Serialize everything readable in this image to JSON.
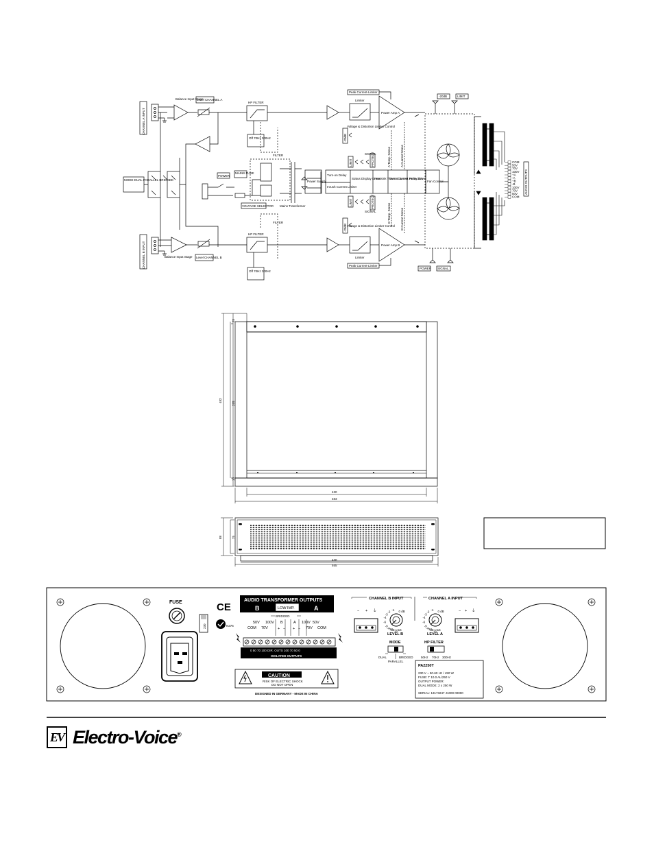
{
  "block_diagram": {
    "channel_a_input": "CHANNEL A INPUT",
    "channel_b_input": "CHANNEL B INPUT",
    "balance_stage_a": "Balance Input Stage",
    "balance_stage_b": "Balance Input Stage",
    "level_a": "Level CHANNEL A",
    "level_b": "Level CHANNEL B",
    "hp_filter": "HP FILTER",
    "hp_freqs": [
      "Off 70Hz 300Hz",
      "Off 70Hz 300Hz"
    ],
    "mode": "MODE DUAL PARALLEL BRIDGED",
    "filter_a": "FILTER",
    "filter_b": "FILTER",
    "mains_fuse": "MAINS FUSE",
    "power": "POWER",
    "voltage_selector": "VOLTAGE SELECTOR",
    "mains_transformer": "Mains Transformer",
    "power_supply": "Power Supply",
    "turn_on_delay": "Turn-on Delay",
    "inrush_limiter": "Inrush Current Limiter",
    "status_display": "Status Display Driver",
    "heatsink": "Heatsink Thermal Sense",
    "over_current": "Over- Current Protection",
    "relay_drive": "Relay Drive",
    "fan_control": "Fan Control",
    "limiter": "Limiter",
    "limiter_b": "Limiter",
    "peak_limiter_a": "Peak Current-Limiter",
    "peak_limiter_b": "Peak Current-Limiter",
    "vd_limiter_a": "Voltage & Distortion Limiter Control",
    "vd_limiter_b": "Voltage & Distortion Limiter Control",
    "power_amp_a": "Power Amp A",
    "power_amp_b": "Power Amp B",
    "temp_sense_a": "A Temp. Sense",
    "temp_sense_b": "B Temp. Sense",
    "current_sense_a": "A Current Sense",
    "current_sense_b": "B Current Sense",
    "outputs_label": "AUDIO OUTPUTS",
    "taps": [
      "COM",
      "50V",
      "70V",
      "100V",
      "+A",
      "-A",
      "+B",
      "-B",
      "100V",
      "70V",
      "50V",
      "COM"
    ],
    "leds_top": [
      "-20dB",
      "LIMIT"
    ],
    "leds_bottom": [
      "POWER",
      "SIGNAL"
    ],
    "leds_mid": [
      "LIMIT",
      "SIGNAL",
      "PROTECT"
    ],
    "leds_mid_b": [
      "LIMIT",
      "SIGNAL",
      "PROTECT"
    ],
    "leds_left": [
      "-20dB",
      "-20dB"
    ]
  },
  "top_view": {
    "dims": [
      "25",
      "482",
      "378",
      "10",
      "430",
      "483"
    ]
  },
  "front_view": {
    "dims": [
      "88",
      "75",
      "430",
      "465"
    ]
  },
  "rear_panel": {
    "fuse": "FUSE",
    "voltage": "230",
    "ce": "CE",
    "n_code": "N376",
    "outputs_title": "AUDIO TRANSFORMER OUTPUTS",
    "out_b": "B",
    "out_a": "A",
    "low_imp": "LOW IMP.",
    "bridged": "BRIDGED",
    "term_top": [
      "50V",
      "100V",
      "B",
      "A",
      "100V",
      "50V"
    ],
    "term_bot": [
      "COM",
      "70V",
      "70V",
      "COM"
    ],
    "term_signs": [
      "+",
      "−",
      "+",
      "−"
    ],
    "isolated_strip": "0 50 70 100 DIR. OUTS 100 70 50 0",
    "isolated_outputs": "ISOLATED OUTPUTS",
    "caution": "CAUTION",
    "risk": "RISK OF ELECTRIC SHOCK",
    "do_not_open": "DO NOT OPEN",
    "designed_in": "DESIGNED IN GERMANY - MADE IN CHINA",
    "channel_b_input": "CHANNEL B INPUT",
    "channel_a_input": "CHANNEL A INPUT",
    "level_b": "LEVEL B",
    "level_a": "LEVEL A",
    "knob_scale": [
      "-12",
      "-9",
      "-6",
      "-4",
      "-3",
      "-2",
      "-1",
      "0 dB",
      "-16",
      "-20",
      "-30",
      "-∞"
    ],
    "mode": "MODE",
    "dual": "DUAL",
    "bridged_sw": "BRIDGED",
    "parallel": "PARALLEL",
    "hp_filter": "HP FILTER",
    "hp_opts": [
      "50Hz",
      "70Hz",
      "300Hz"
    ],
    "model": "PA2250T",
    "spec_lines": [
      "230 V ~ 50-60 Hz / 450 W",
      "FUSE: T 10.0 AL/250 V",
      "OUTPUT POWER:",
      "DUAL MODE: 2 x 250 W"
    ],
    "serial": "SERIAL: 13173247 J1000 00000"
  },
  "brand": {
    "mark": "EV",
    "name": "Electro-Voice",
    "reg": "®"
  }
}
